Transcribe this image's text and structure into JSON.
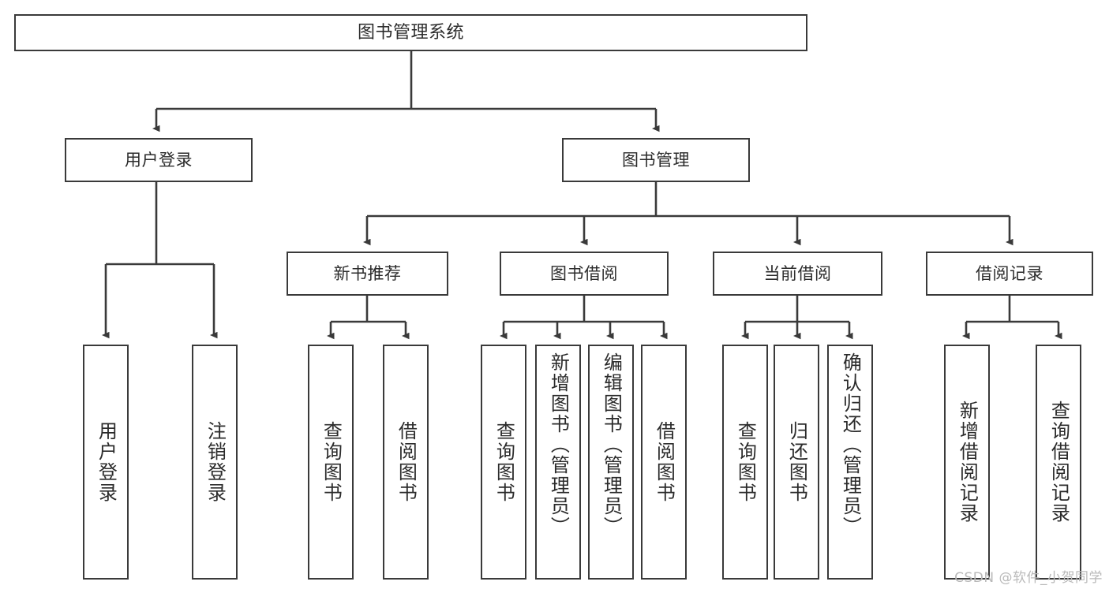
{
  "diagram": {
    "title": "图书管理系统",
    "type": "tree-hierarchy",
    "root": {
      "label": "图书管理系统"
    },
    "level2": [
      {
        "label": "用户登录"
      },
      {
        "label": "图书管理"
      }
    ],
    "level3": [
      {
        "label": "新书推荐"
      },
      {
        "label": "图书借阅"
      },
      {
        "label": "当前借阅"
      },
      {
        "label": "借阅记录"
      }
    ],
    "leaves": {
      "user_login": [
        {
          "label": "用户登录"
        },
        {
          "label": "注销登录"
        }
      ],
      "new_book_recommend": [
        {
          "label": "查询图书"
        },
        {
          "label": "借阅图书"
        }
      ],
      "book_borrow": [
        {
          "label": "查询图书"
        },
        {
          "label": "新增图书（管理员）"
        },
        {
          "label": "编辑图书（管理员）"
        },
        {
          "label": "借阅图书"
        }
      ],
      "current_borrow": [
        {
          "label": "查询图书"
        },
        {
          "label": "归还图书"
        },
        {
          "label": "确认归还（管理员）"
        }
      ],
      "borrow_record": [
        {
          "label": "新增借阅记录"
        },
        {
          "label": "查询借阅记录"
        }
      ]
    }
  },
  "watermark": {
    "text": "CSDN @软件_小贺同学"
  },
  "colors": {
    "line": "#3a3a3a",
    "box_border": "#3a3a3a",
    "box_fill": "#ffffff",
    "text": "#2b2b2b",
    "watermark": "#b9b9b9",
    "background": "#ffffff"
  }
}
